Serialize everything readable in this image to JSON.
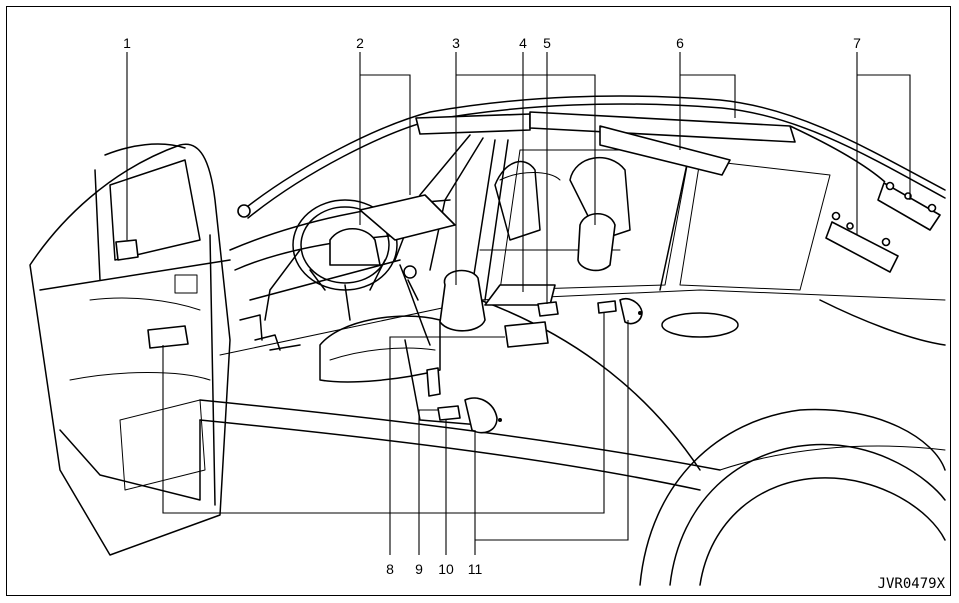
{
  "diagram": {
    "callouts": [
      {
        "id": "1",
        "label": "1"
      },
      {
        "id": "2",
        "label": "2"
      },
      {
        "id": "3",
        "label": "3"
      },
      {
        "id": "4",
        "label": "4"
      },
      {
        "id": "5",
        "label": "5"
      },
      {
        "id": "6",
        "label": "6"
      },
      {
        "id": "7",
        "label": "7"
      },
      {
        "id": "8",
        "label": "8"
      },
      {
        "id": "9",
        "label": "9"
      },
      {
        "id": "10",
        "label": "10"
      },
      {
        "id": "11",
        "label": "11"
      }
    ],
    "figure_code": "JVR0479X"
  }
}
